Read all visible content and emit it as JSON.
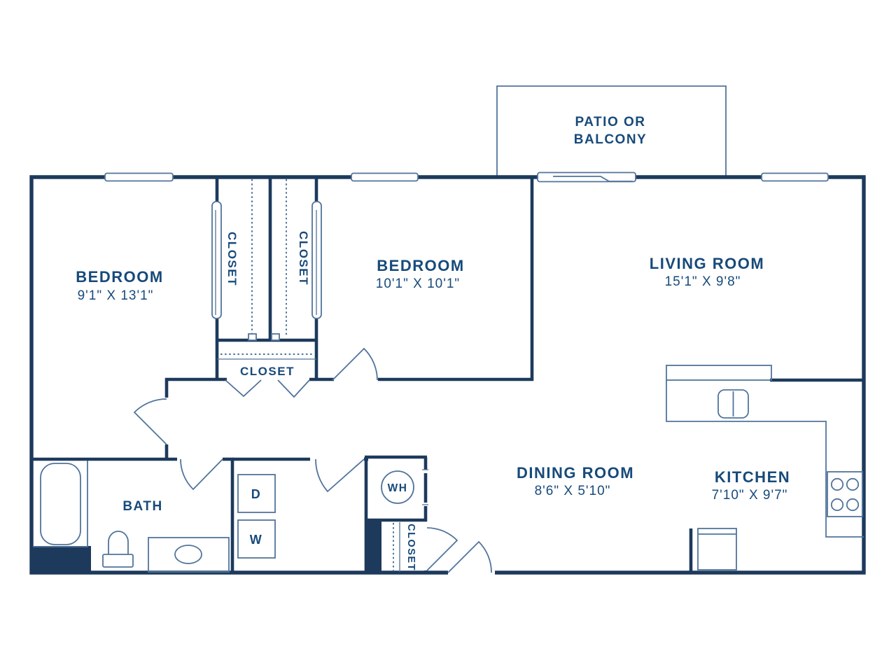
{
  "colors": {
    "wall": "#1d3a5c",
    "text": "#174a7a",
    "fixture": "#51749b",
    "dash": "#2f5f8c"
  },
  "rooms": {
    "bedroom1": {
      "name": "BEDROOM",
      "dims": "9'1\" X 13'1\""
    },
    "bedroom2": {
      "name": "BEDROOM",
      "dims": "10'1\" X 10'1\""
    },
    "living": {
      "name": "LIVING ROOM",
      "dims": "15'1\" X 9'8\""
    },
    "dining": {
      "name": "DINING ROOM",
      "dims": "8'6\" X 5'10\""
    },
    "kitchen": {
      "name": "KITCHEN",
      "dims": "7'10\" X 9'7\""
    },
    "bath": {
      "name": "BATH"
    },
    "patio": {
      "line1": "PATIO OR",
      "line2": "BALCONY"
    }
  },
  "closets": {
    "c1": "CLOSET",
    "c2": "CLOSET",
    "c3": "CLOSET",
    "c4": "CLOSET"
  },
  "appliances": {
    "dryer": "D",
    "washer": "W",
    "water_heater": "WH"
  }
}
